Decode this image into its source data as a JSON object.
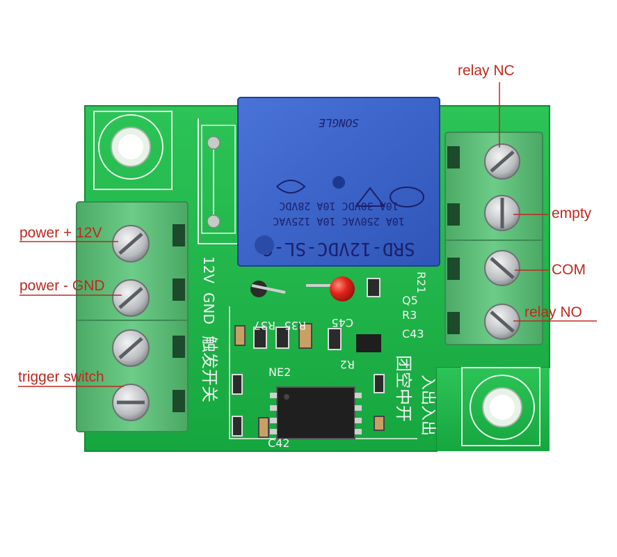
{
  "photo": {
    "colors": {
      "pcb_green": "#1fb84a",
      "relay_blue": "#3a63c9",
      "terminal_green": "#5fc07a",
      "callout_red": "#c0281e"
    }
  },
  "labels": {
    "relay_nc": "relay NC",
    "empty": "empty",
    "com": "COM",
    "relay_no": "relay NO",
    "power_plus": "power + 12V",
    "power_minus": "power - GND",
    "trigger": "trigger switch"
  },
  "relay": {
    "model": "SRD-12VDC-SL-C",
    "rating_1": "10A 250VAC 10A 125VAC",
    "rating_2": "10A 30VDC 10A 28VDC",
    "brand": "SONGLE"
  },
  "silkscreen": {
    "v12": "12V",
    "gnd": "GND",
    "trigger_cn": "触发开关",
    "out_cn": "团空中开",
    "io_cn": "入出入出",
    "r35": "R35",
    "r37": "R37",
    "c45": "C45",
    "r2": "R2",
    "ne2": "NE2",
    "c42": "C42",
    "q5": "Q5",
    "r3": "R3",
    "c43": "C43",
    "r21": "R21"
  }
}
